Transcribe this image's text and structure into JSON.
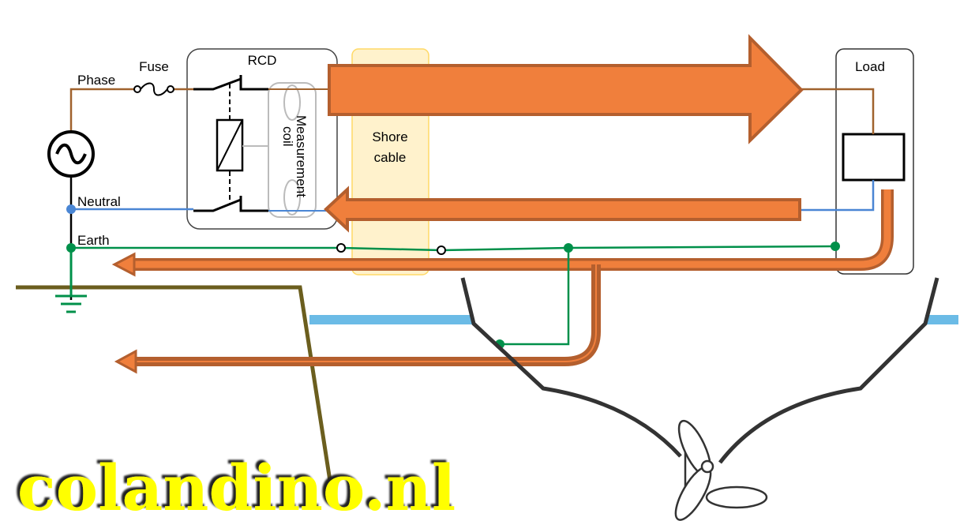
{
  "labels": {
    "phase": "Phase",
    "fuse": "Fuse",
    "rcd": "RCD",
    "measurement_line1": "Measurement",
    "measurement_line2": "coil",
    "shore_line1": "Shore",
    "shore_line2": "cable",
    "load": "Load",
    "neutral": "Neutral",
    "earth": "Earth"
  },
  "logo": "colandino.nl",
  "colors": {
    "phase": "#a0622d",
    "neutral": "#4a86d4",
    "earth": "#00904a",
    "arrow_fill": "#f07f3c",
    "arrow_stroke": "#b45f2e",
    "water": "#6bbbe6",
    "ground_line": "#6b5e1e",
    "hull": "#333333",
    "shore_fill": "#fff2cc",
    "logo": "#ffff00"
  }
}
